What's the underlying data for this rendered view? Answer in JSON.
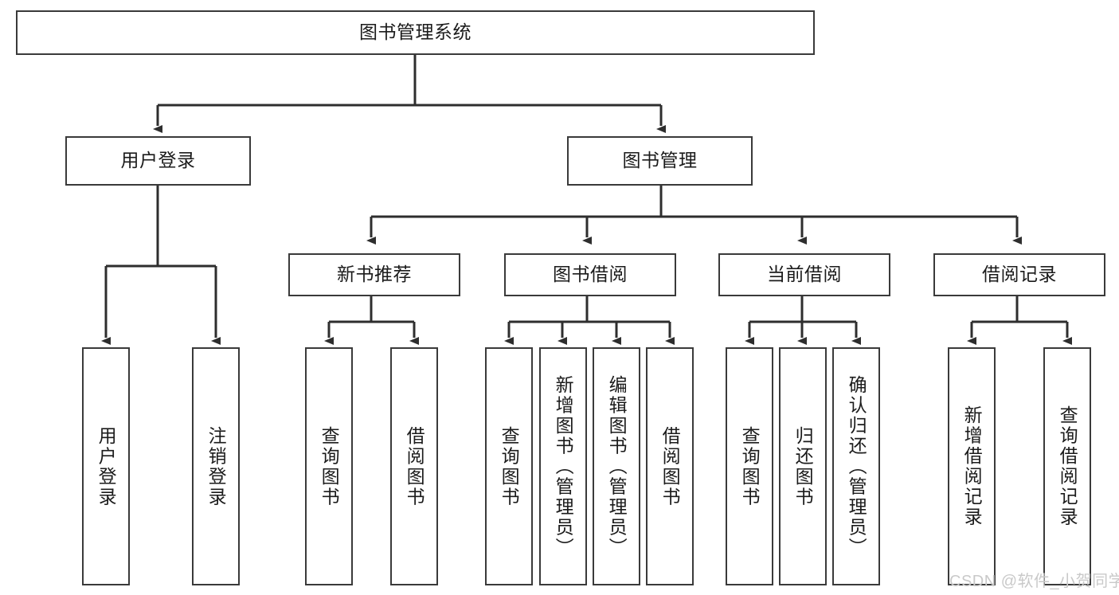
{
  "diagram": {
    "type": "tree-hierarchy",
    "title": "图书管理系统",
    "watermark": "CSDN @软件_小贺同学",
    "colors": {
      "box_border": "#3a3a3a",
      "box_fill": "#ffffff",
      "connector": "#2e2e2e",
      "text": "#1b1b1b",
      "watermark": "#c9c9c9",
      "background": "#ffffff"
    },
    "root": {
      "label": "图书管理系统"
    },
    "level2": [
      {
        "label": "用户登录"
      },
      {
        "label": "图书管理"
      }
    ],
    "level3": [
      {
        "label": "新书推荐"
      },
      {
        "label": "图书借阅"
      },
      {
        "label": "当前借阅"
      },
      {
        "label": "借阅记录"
      }
    ],
    "leaves": {
      "user_login": [
        {
          "label": "用户登录"
        },
        {
          "label": "注销登录"
        }
      ],
      "new_book": [
        {
          "label": "查询图书"
        },
        {
          "label": "借阅图书"
        }
      ],
      "book_borrow": [
        {
          "label": "查询图书"
        },
        {
          "label": "新增图书（管理员）"
        },
        {
          "label": "编辑图书（管理员）"
        },
        {
          "label": "借阅图书"
        }
      ],
      "current_borrow": [
        {
          "label": "查询图书"
        },
        {
          "label": "归还图书"
        },
        {
          "label": "确认归还（管理员）"
        }
      ],
      "borrow_record": [
        {
          "label": "新增借阅记录"
        },
        {
          "label": "查询借阅记录"
        }
      ]
    }
  }
}
